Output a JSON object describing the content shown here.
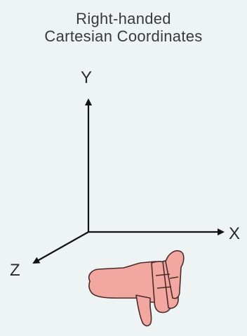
{
  "title": {
    "line1": "Right-handed",
    "line2": "Cartesian Coordinates"
  },
  "axes": {
    "y": "Y",
    "x": "X",
    "z": "Z"
  },
  "colors": {
    "background": "#eef3f3",
    "axis": "#111111",
    "skin": "#f2a8a0",
    "skin_outline": "#4a2b2b"
  },
  "icons": [
    "right-hand-icon"
  ]
}
